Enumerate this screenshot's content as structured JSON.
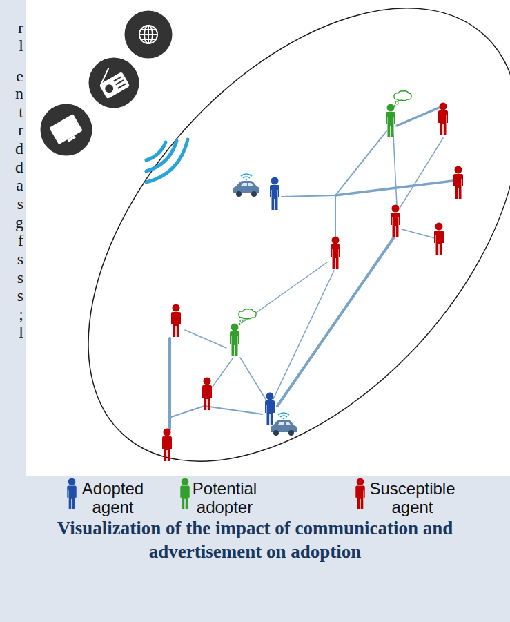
{
  "diagram": {
    "caption": "Visualization of the impact of communication and advertisement on adoption",
    "labels": [
      "r",
      "l",
      "e",
      "n",
      "t",
      "r",
      "d",
      "d",
      "a",
      "s",
      "g",
      "f",
      "s",
      "s",
      "s",
      ";",
      "l"
    ],
    "legend": [
      {
        "text": "Adopted agent"
      },
      {
        "text": "Potential adopter"
      },
      {
        "text": "Susceptible agent"
      }
    ]
  }
}
